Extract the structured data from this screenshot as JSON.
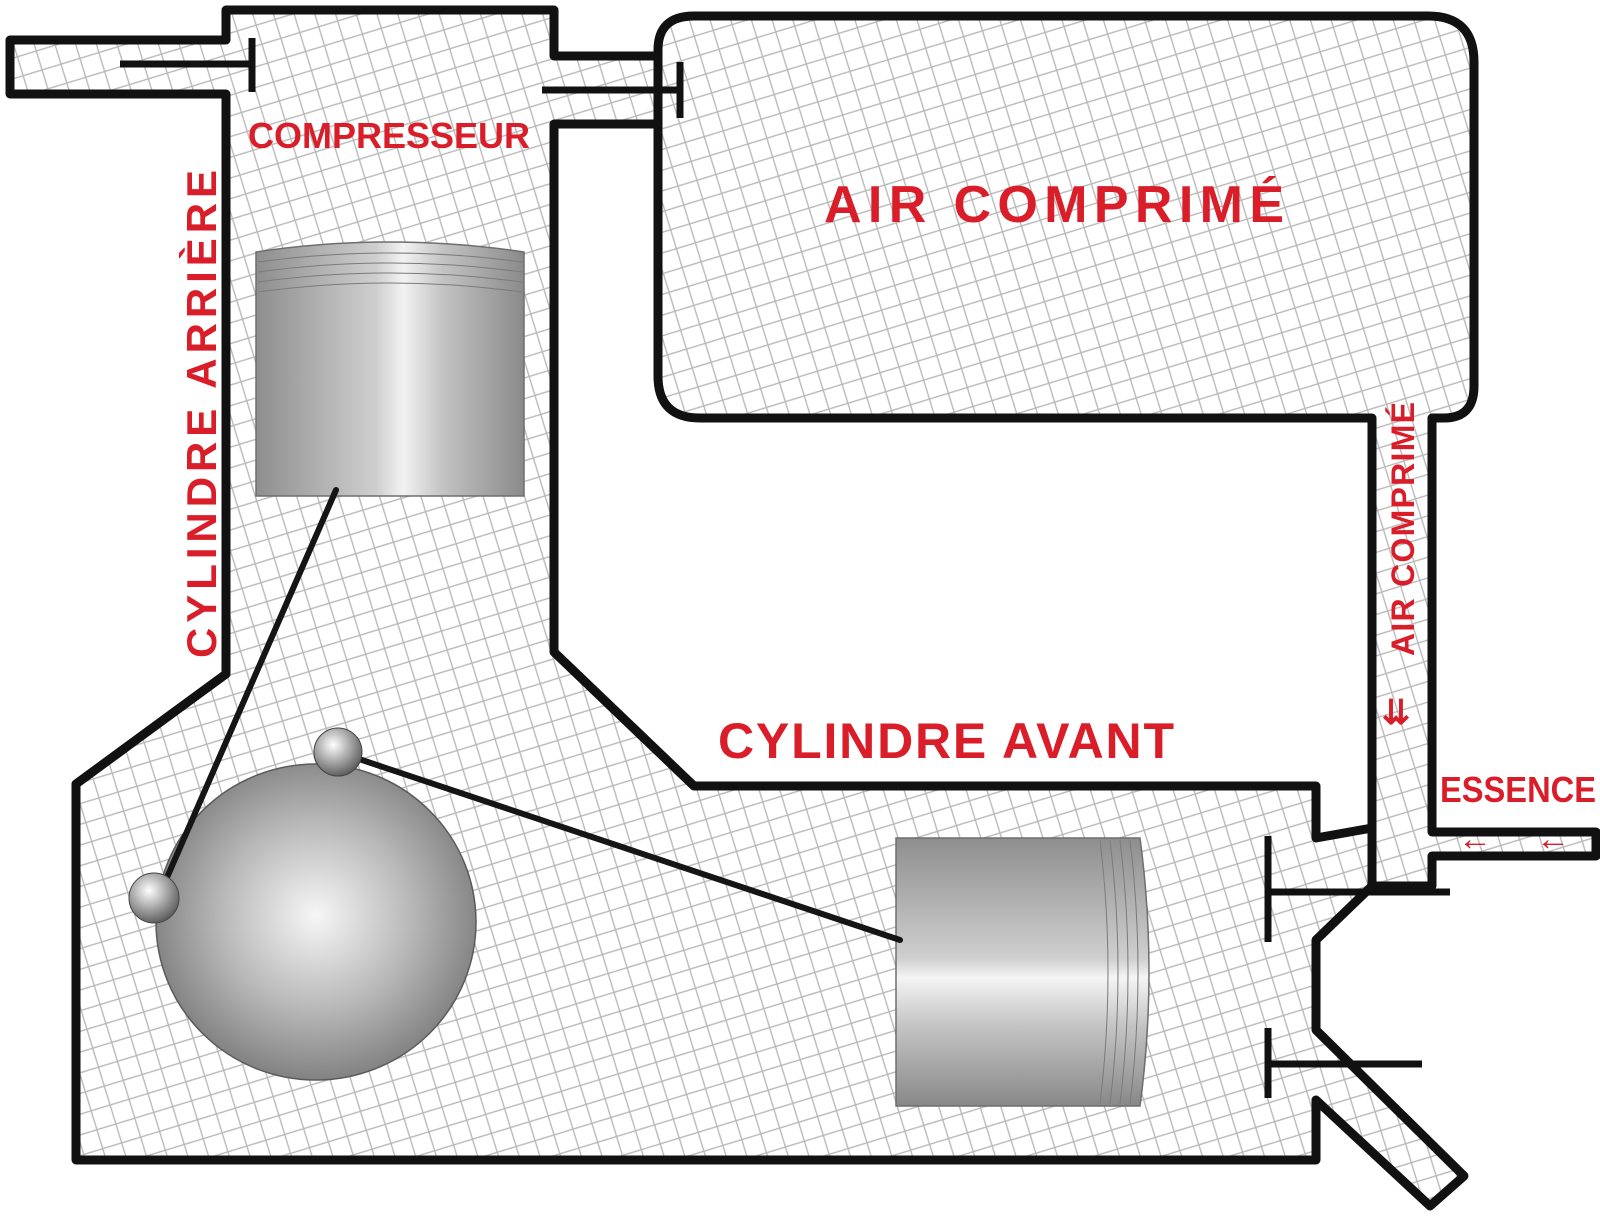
{
  "colors": {
    "label": "#d91e2a",
    "outline": "#111111",
    "hatch": "#b9b9b9",
    "metal": "#9a9a9a"
  },
  "labels": {
    "compressor": "COMPRESSEUR",
    "compressed_air_tank": "AIR COMPRIMÉ",
    "rear_cylinder": "CYLINDRE ARRIÈRE",
    "front_cylinder": "CYLINDRE AVANT",
    "air_pipe": "AIR COMPRIMÉ",
    "air_pipe_arrow": "⇊",
    "fuel": "ESSENCE",
    "fuel_arrows": "← ←"
  }
}
